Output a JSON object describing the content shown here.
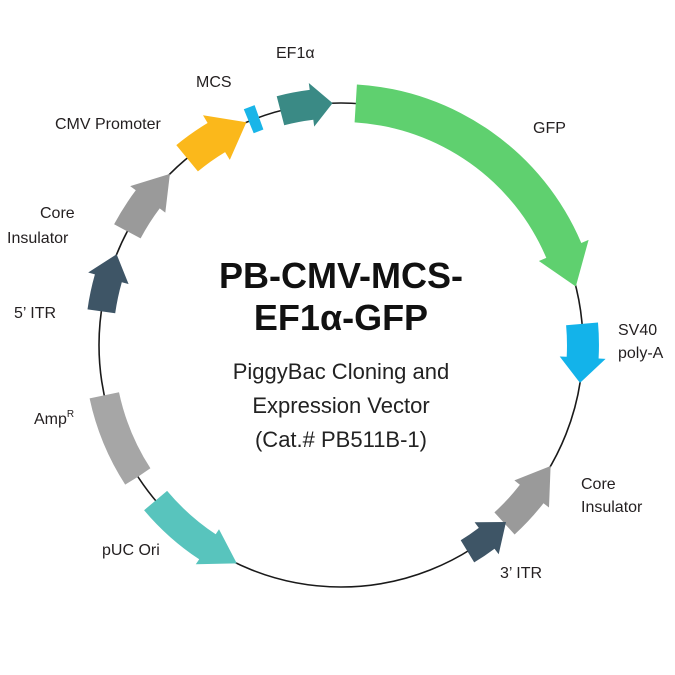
{
  "title_lines": [
    "PB-CMV-MCS-",
    "EF1α-GFP"
  ],
  "subtitle_lines": [
    "PiggyBac Cloning and",
    "Expression Vector",
    "(Cat.# PB511B-1)"
  ],
  "features": [
    {
      "name": "ef1a",
      "label": "EF1α",
      "color": "#3a8a85"
    },
    {
      "name": "gfp",
      "label": "GFP",
      "color": "#5fd06f"
    },
    {
      "name": "sv40",
      "label_lines": [
        "SV40",
        "poly-A"
      ],
      "color": "#13b3ea"
    },
    {
      "name": "core-insulator-right",
      "label_lines": [
        "Core",
        "Insulator"
      ],
      "color": "#9a9a9a"
    },
    {
      "name": "3-itr",
      "label": "3’ ITR",
      "color": "#3e5566"
    },
    {
      "name": "puc-ori",
      "label": "pUC Ori",
      "color": "#58c4bd"
    },
    {
      "name": "ampr",
      "label": "Amp",
      "label_sup": "R",
      "color": "#a6a6a6"
    },
    {
      "name": "5-itr",
      "label": "5’ ITR",
      "color": "#3e5566"
    },
    {
      "name": "core-insulator-left",
      "label_lines": [
        "Core",
        "Insulator"
      ],
      "color": "#9a9a9a"
    },
    {
      "name": "cmv-promoter",
      "label": "CMV Promoter",
      "color": "#fbb81b"
    },
    {
      "name": "mcs",
      "label": "MCS",
      "color": "#19b5e8"
    }
  ]
}
